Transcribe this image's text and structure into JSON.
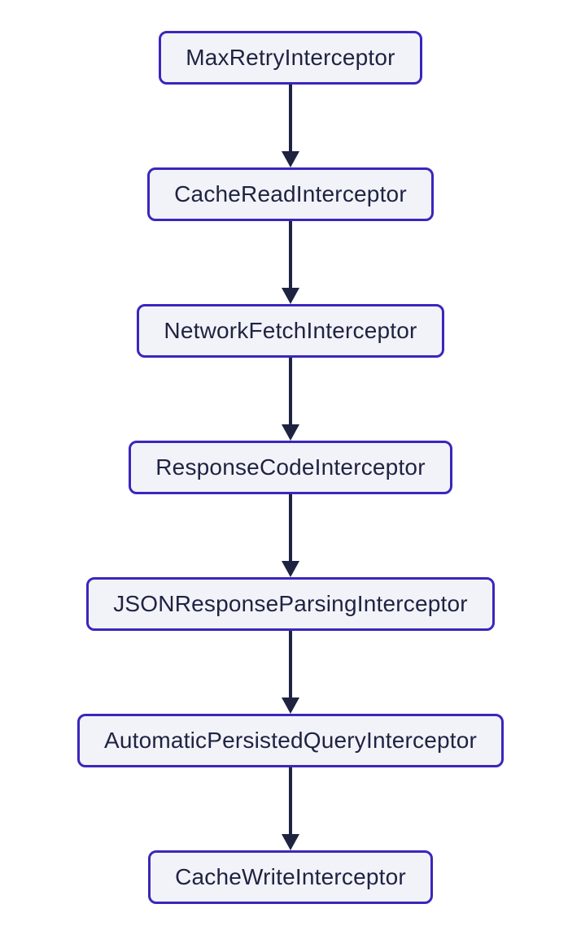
{
  "diagram": {
    "type": "flowchart-top-down",
    "nodes": [
      {
        "label": "MaxRetryInterceptor"
      },
      {
        "label": "CacheReadInterceptor"
      },
      {
        "label": "NetworkFetchInterceptor"
      },
      {
        "label": "ResponseCodeInterceptor"
      },
      {
        "label": "JSONResponseParsingInterceptor"
      },
      {
        "label": "AutomaticPersistedQueryInterceptor"
      },
      {
        "label": "CacheWriteInterceptor"
      }
    ],
    "edges": [
      {
        "from": "MaxRetryInterceptor",
        "to": "CacheReadInterceptor"
      },
      {
        "from": "CacheReadInterceptor",
        "to": "NetworkFetchInterceptor"
      },
      {
        "from": "NetworkFetchInterceptor",
        "to": "ResponseCodeInterceptor"
      },
      {
        "from": "ResponseCodeInterceptor",
        "to": "JSONResponseParsingInterceptor"
      },
      {
        "from": "JSONResponseParsingInterceptor",
        "to": "AutomaticPersistedQueryInterceptor"
      },
      {
        "from": "AutomaticPersistedQueryInterceptor",
        "to": "CacheWriteInterceptor"
      }
    ]
  },
  "colors": {
    "node_border": "#3a26bd",
    "node_fill": "#f2f3f8",
    "text": "#1f2342",
    "arrow": "#1f2342",
    "background": "#ffffff"
  }
}
